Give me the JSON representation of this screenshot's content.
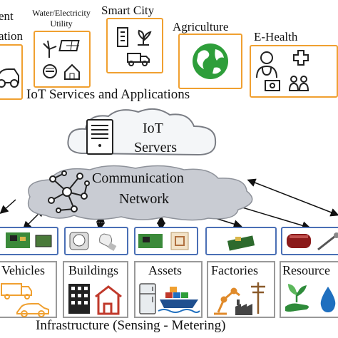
{
  "services": {
    "transport_line1": "ent",
    "transport_line2": "ation",
    "utility_line1": "Water/Electricity",
    "utility_line2": "Utility",
    "smart_city": "Smart City",
    "agriculture": "Agriculture",
    "ehealth": "E-Health",
    "caption": "IoT Services and Applications"
  },
  "servers": {
    "line1": "IoT",
    "line2": "Servers"
  },
  "network": {
    "line1": "Communication",
    "line2": "Network"
  },
  "infrastructure": {
    "vehicles": "Vehicles",
    "buildings": "Buildings",
    "assets": "Assets",
    "factories": "Factories",
    "resources": "Resource",
    "caption": "Infrastructure (Sensing - Metering)"
  },
  "colors": {
    "service_border": "#f0a030",
    "device_border": "#4a6fb5",
    "category_border": "#999999",
    "cloud_fill": "#f4f6f8",
    "network_fill": "#c9ccd3",
    "vehicle_icon": "#f0a030",
    "building_icon": "#c0392b",
    "globe": "#2e9e3a",
    "resource_icon": "#2e8b3a",
    "water_drop": "#1f6fbf"
  },
  "icons": [
    "car-icon",
    "wind-turbine-icon",
    "solar-panel-icon",
    "meter-icon",
    "house-icon",
    "buildings-icon",
    "plant-icon",
    "truck-icon",
    "globe-icon",
    "doctor-icon",
    "medical-cross-icon",
    "patient-icon",
    "family-icon",
    "server-rack-icon",
    "network-nodes-icon",
    "circuit-board-icon",
    "smart-meter-icon",
    "bulb-icon",
    "rfid-tag-icon",
    "sensor-board-icon",
    "cylinder-sensor-icon",
    "probe-icon",
    "truck-icon",
    "car-icon",
    "office-building-icon",
    "barn-house-icon",
    "refrigerator-icon",
    "cargo-ship-icon",
    "robot-arm-icon",
    "power-pole-icon",
    "factory-icon",
    "leaf-hand-icon",
    "water-drop-icon"
  ]
}
